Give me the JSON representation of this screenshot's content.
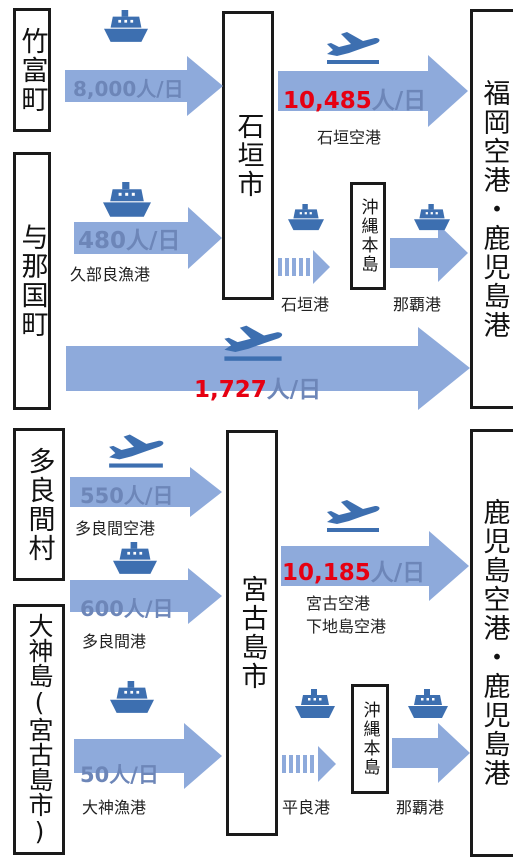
{
  "colors": {
    "arrow": "#8eaadb",
    "text_blue": "#6d86b8",
    "icon": "#3d6fb0",
    "red": "#e60012"
  },
  "origins": {
    "taketomi": "竹富町",
    "yonaguni": "与那国町",
    "tarama": "多良間村",
    "ogami": "大神島(宮古島市)"
  },
  "hubs": {
    "ishigaki": "石垣市",
    "miyakojima": "宮古島市"
  },
  "transit": {
    "okinawa_top": "沖縄本島",
    "okinawa_bottom": "沖縄本島"
  },
  "destinations": {
    "top": "福岡空港・鹿児島港",
    "bottom": "鹿児島空港・鹿児島港"
  },
  "flows": {
    "taketomi": {
      "num": "8,000",
      "unit": "人/日"
    },
    "ishigaki_air": {
      "num": "10,485",
      "unit": "人/日"
    },
    "yonaguni_ship": {
      "num": "480",
      "unit": "人/日"
    },
    "yonaguni_air": {
      "num": "1,727",
      "unit": "人/日"
    },
    "tarama_air": {
      "num": "550",
      "unit": "人/日"
    },
    "tarama_ship": {
      "num": "600",
      "unit": "人/日"
    },
    "miyako_air": {
      "num": "10,185",
      "unit": "人/日"
    },
    "ogami_ship": {
      "num": "50",
      "unit": "人/日"
    }
  },
  "ports": {
    "ishigaki_airport": "石垣空港",
    "kubura": "久部良漁港",
    "ishigaki_port": "石垣港",
    "naha_top": "那覇港",
    "tarama_airport": "多良間空港",
    "tarama_port": "多良間港",
    "miyako_airports_1": "宮古空港",
    "miyako_airports_2": "下地島空港",
    "hirara": "平良港",
    "naha_bottom": "那覇港",
    "ogami_port": "大神漁港"
  },
  "icons": [
    "ship-icon",
    "airplane-icon"
  ]
}
